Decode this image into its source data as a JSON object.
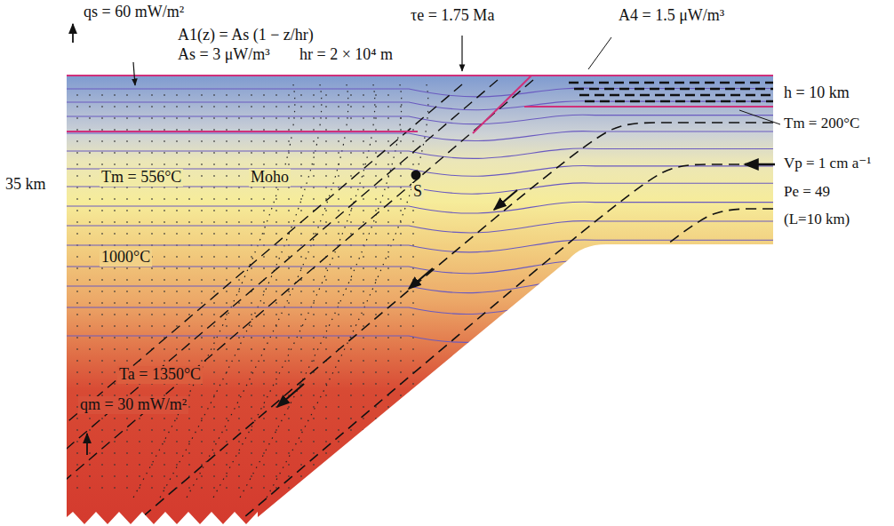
{
  "diagram": {
    "labels": [
      "qs = 60 mW/m²",
      "A1(z) = As (1 − z/hr)",
      "As = 3 μW/m³",
      "hr = 2 × 10⁴ m",
      "τe = 1.75 Ma",
      "A4 = 1.5 μW/m³",
      "h = 10 km",
      "Tm = 200°C",
      "Vp = 1 cm a⁻¹",
      "Pe = 49",
      "(L=10 km)",
      "35 km",
      "Tm = 556°C",
      "Moho",
      "S",
      "1000°C",
      "Ta = 1350°C",
      "qm = 30 mW/m²"
    ]
  }
}
